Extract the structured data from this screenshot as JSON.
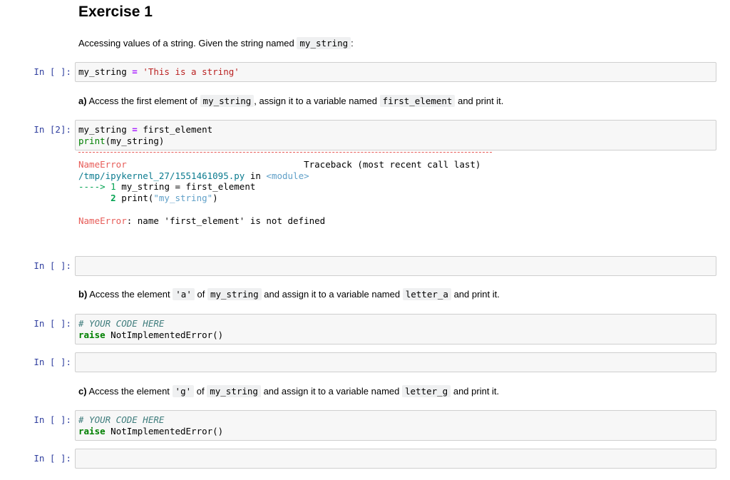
{
  "heading": "Exercise 1",
  "intro": {
    "text": "Accessing values of a string. Given the string named",
    "code": "my_string",
    "suffix": ":"
  },
  "cell1": {
    "prompt": "In [ ]:",
    "var": "my_string",
    "op": "=",
    "value": "'This is a string'"
  },
  "part_a": {
    "label": "a)",
    "t1": "Access the first element of",
    "c1": "my_string",
    "t2": ", assign it to a variable named",
    "c2": "first_element",
    "t3": "and print it."
  },
  "cell2": {
    "prompt": "In [2]:",
    "line1_var": "my_string",
    "line1_op": "=",
    "line1_val": "first_element",
    "line2_fn": "print",
    "line2_arg": "(my_string)"
  },
  "traceback": {
    "error_name": "NameError",
    "header_right": "Traceback (most recent call last)",
    "file": "/tmp/ipykernel_27/1551461095.py",
    "in_word": "in",
    "module": "<module>",
    "arrow": "---->",
    "l1_num": "1",
    "l1_code": "my_string = first_element",
    "l2_num": "2",
    "l2_fn": "print(",
    "l2_str": "\"my_string\"",
    "l2_close": ")",
    "final_name": "NameError",
    "final_msg": ": name 'first_element' is not defined"
  },
  "cell3": {
    "prompt": "In [ ]:"
  },
  "part_b": {
    "label": "b)",
    "t1": "Access the element",
    "c1": "'a'",
    "t2": "of",
    "c2": "my_string",
    "t3": "and assign it to a variable named",
    "c3": "letter_a",
    "t4": "and print it."
  },
  "cell4": {
    "prompt": "In [ ]:",
    "comment": "# YOUR CODE HERE",
    "kw": "raise",
    "rest": "NotImplementedError()"
  },
  "cell5": {
    "prompt": "In [ ]:"
  },
  "part_c": {
    "label": "c)",
    "t1": "Access the element",
    "c1": "'g'",
    "t2": "of",
    "c2": "my_string",
    "t3": "and assign it to a variable named",
    "c3": "letter_g",
    "t4": "and print it."
  },
  "cell6": {
    "prompt": "In [ ]:",
    "comment": "# YOUR CODE HERE",
    "kw": "raise",
    "rest": "NotImplementedError()"
  },
  "cell7": {
    "prompt": "In [ ]:"
  }
}
